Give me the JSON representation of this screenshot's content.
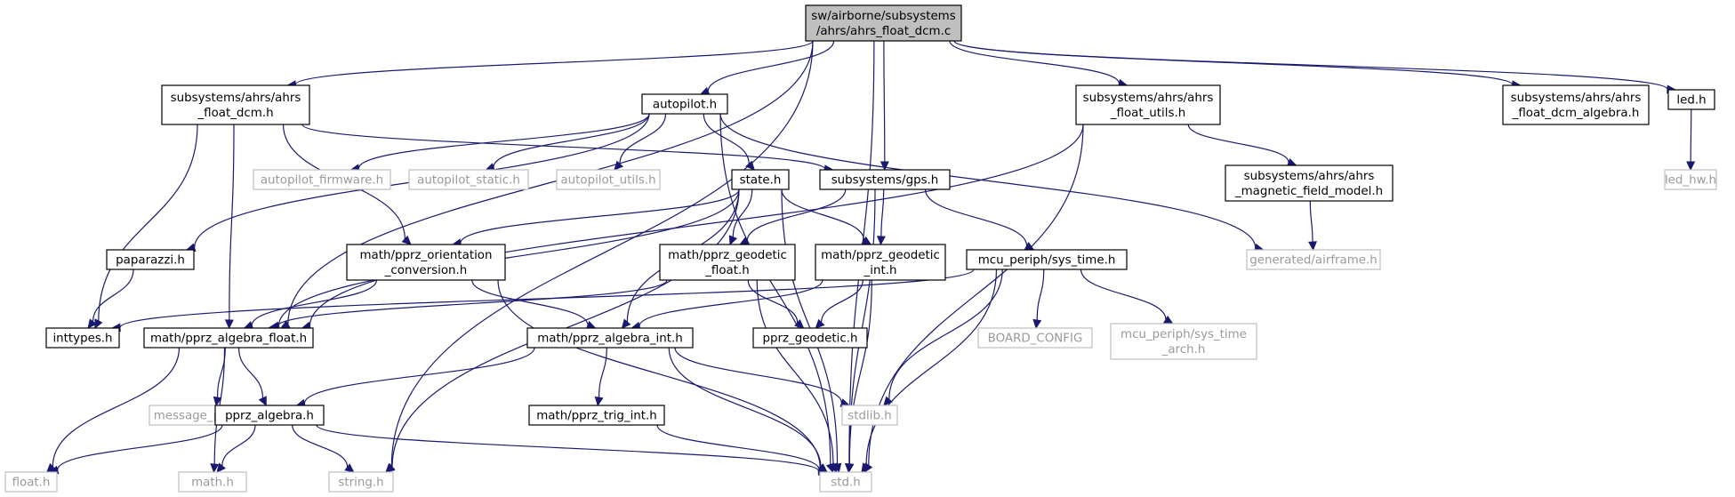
{
  "nodes": [
    {
      "id": "root",
      "lines": [
        "sw/airborne/subsystems",
        "/ahrs/ahrs_float_dcm.c"
      ],
      "kind": "root"
    },
    {
      "id": "dcm_h",
      "lines": [
        "subsystems/ahrs/ahrs",
        "_float_dcm.h"
      ],
      "kind": "normal"
    },
    {
      "id": "autopilot_h",
      "lines": [
        "autopilot.h"
      ],
      "kind": "normal"
    },
    {
      "id": "float_utils",
      "lines": [
        "subsystems/ahrs/ahrs",
        "_float_utils.h"
      ],
      "kind": "normal"
    },
    {
      "id": "dcm_algebra",
      "lines": [
        "subsystems/ahrs/ahrs",
        "_float_dcm_algebra.h"
      ],
      "kind": "normal"
    },
    {
      "id": "led_h",
      "lines": [
        "led.h"
      ],
      "kind": "normal"
    },
    {
      "id": "led_hw",
      "lines": [
        "led_hw.h"
      ],
      "kind": "external"
    },
    {
      "id": "ap_firmware",
      "lines": [
        "autopilot_firmware.h"
      ],
      "kind": "external"
    },
    {
      "id": "ap_static",
      "lines": [
        "autopilot_static.h"
      ],
      "kind": "external"
    },
    {
      "id": "ap_utils",
      "lines": [
        "autopilot_utils.h"
      ],
      "kind": "external"
    },
    {
      "id": "state_h",
      "lines": [
        "state.h"
      ],
      "kind": "normal"
    },
    {
      "id": "gps_h",
      "lines": [
        "subsystems/gps.h"
      ],
      "kind": "normal"
    },
    {
      "id": "mag_model",
      "lines": [
        "subsystems/ahrs/ahrs",
        "_magnetic_field_model.h"
      ],
      "kind": "normal"
    },
    {
      "id": "airframe",
      "lines": [
        "generated/airframe.h"
      ],
      "kind": "external"
    },
    {
      "id": "paparazzi",
      "lines": [
        "paparazzi.h"
      ],
      "kind": "normal"
    },
    {
      "id": "orient_conv",
      "lines": [
        "math/pprz_orientation",
        "_conversion.h"
      ],
      "kind": "normal"
    },
    {
      "id": "geo_float",
      "lines": [
        "math/pprz_geodetic",
        "_float.h"
      ],
      "kind": "normal"
    },
    {
      "id": "geo_int",
      "lines": [
        "math/pprz_geodetic",
        "_int.h"
      ],
      "kind": "normal"
    },
    {
      "id": "sys_time",
      "lines": [
        "mcu_periph/sys_time.h"
      ],
      "kind": "normal"
    },
    {
      "id": "inttypes",
      "lines": [
        "inttypes.h"
      ],
      "kind": "normal"
    },
    {
      "id": "alg_float",
      "lines": [
        "math/pprz_algebra_float.h"
      ],
      "kind": "normal"
    },
    {
      "id": "alg_int",
      "lines": [
        "math/pprz_algebra_int.h"
      ],
      "kind": "normal"
    },
    {
      "id": "pprz_geodetic",
      "lines": [
        "pprz_geodetic.h"
      ],
      "kind": "normal"
    },
    {
      "id": "board_config",
      "lines": [
        "BOARD_CONFIG"
      ],
      "kind": "external"
    },
    {
      "id": "sys_time_arch",
      "lines": [
        "mcu_periph/sys_time",
        "_arch.h"
      ],
      "kind": "external"
    },
    {
      "id": "msg_pragmas",
      "lines": [
        "message_pragmas.h"
      ],
      "kind": "external"
    },
    {
      "id": "pprz_algebra",
      "lines": [
        "pprz_algebra.h"
      ],
      "kind": "normal"
    },
    {
      "id": "trig_int",
      "lines": [
        "math/pprz_trig_int.h"
      ],
      "kind": "normal"
    },
    {
      "id": "stdlib",
      "lines": [
        "stdlib.h"
      ],
      "kind": "external"
    },
    {
      "id": "float_h",
      "lines": [
        "float.h"
      ],
      "kind": "external"
    },
    {
      "id": "math_h",
      "lines": [
        "math.h"
      ],
      "kind": "external"
    },
    {
      "id": "string_h",
      "lines": [
        "string.h"
      ],
      "kind": "external"
    },
    {
      "id": "std_h",
      "lines": [
        "std.h"
      ],
      "kind": "external"
    }
  ],
  "edges": [
    [
      "root",
      "dcm_h"
    ],
    [
      "root",
      "autopilot_h"
    ],
    [
      "root",
      "float_utils"
    ],
    [
      "root",
      "dcm_algebra"
    ],
    [
      "root",
      "led_h"
    ],
    [
      "root",
      "gps_h"
    ],
    [
      "root",
      "alg_float"
    ],
    [
      "root",
      "string_h"
    ],
    [
      "root",
      "std_h"
    ],
    [
      "led_h",
      "led_hw"
    ],
    [
      "dcm_h",
      "inttypes"
    ],
    [
      "dcm_h",
      "alg_float"
    ],
    [
      "dcm_h",
      "orient_conv"
    ],
    [
      "dcm_h",
      "gps_h"
    ],
    [
      "autopilot_h",
      "paparazzi"
    ],
    [
      "autopilot_h",
      "ap_firmware"
    ],
    [
      "autopilot_h",
      "ap_static"
    ],
    [
      "autopilot_h",
      "ap_utils"
    ],
    [
      "autopilot_h",
      "state_h"
    ],
    [
      "autopilot_h",
      "airframe"
    ],
    [
      "autopilot_h",
      "std_h"
    ],
    [
      "float_utils",
      "alg_float"
    ],
    [
      "float_utils",
      "mag_model"
    ],
    [
      "float_utils",
      "std_h"
    ],
    [
      "mag_model",
      "airframe"
    ],
    [
      "state_h",
      "orient_conv"
    ],
    [
      "state_h",
      "geo_float"
    ],
    [
      "state_h",
      "geo_int"
    ],
    [
      "state_h",
      "alg_int"
    ],
    [
      "state_h",
      "alg_float"
    ],
    [
      "state_h",
      "string_h"
    ],
    [
      "state_h",
      "std_h"
    ],
    [
      "gps_h",
      "geo_float"
    ],
    [
      "gps_h",
      "geo_int"
    ],
    [
      "gps_h",
      "sys_time"
    ],
    [
      "gps_h",
      "std_h"
    ],
    [
      "paparazzi",
      "inttypes"
    ],
    [
      "orient_conv",
      "alg_float"
    ],
    [
      "orient_conv",
      "alg_int"
    ],
    [
      "orient_conv",
      "std_h"
    ],
    [
      "geo_float",
      "alg_float"
    ],
    [
      "geo_float",
      "pprz_geodetic"
    ],
    [
      "geo_float",
      "std_h"
    ],
    [
      "geo_int",
      "alg_int"
    ],
    [
      "geo_int",
      "pprz_geodetic"
    ],
    [
      "geo_int",
      "std_h"
    ],
    [
      "sys_time",
      "inttypes"
    ],
    [
      "sys_time",
      "board_config"
    ],
    [
      "sys_time",
      "sys_time_arch"
    ],
    [
      "sys_time",
      "stdlib"
    ],
    [
      "sys_time",
      "std_h"
    ],
    [
      "alg_float",
      "msg_pragmas"
    ],
    [
      "alg_float",
      "pprz_algebra"
    ],
    [
      "alg_float",
      "float_h"
    ],
    [
      "alg_float",
      "math_h"
    ],
    [
      "alg_int",
      "pprz_algebra"
    ],
    [
      "alg_int",
      "trig_int"
    ],
    [
      "alg_int",
      "stdlib"
    ],
    [
      "alg_int",
      "std_h"
    ],
    [
      "pprz_algebra",
      "float_h"
    ],
    [
      "pprz_algebra",
      "math_h"
    ],
    [
      "pprz_algebra",
      "string_h"
    ],
    [
      "pprz_algebra",
      "std_h"
    ],
    [
      "trig_int",
      "std_h"
    ]
  ]
}
